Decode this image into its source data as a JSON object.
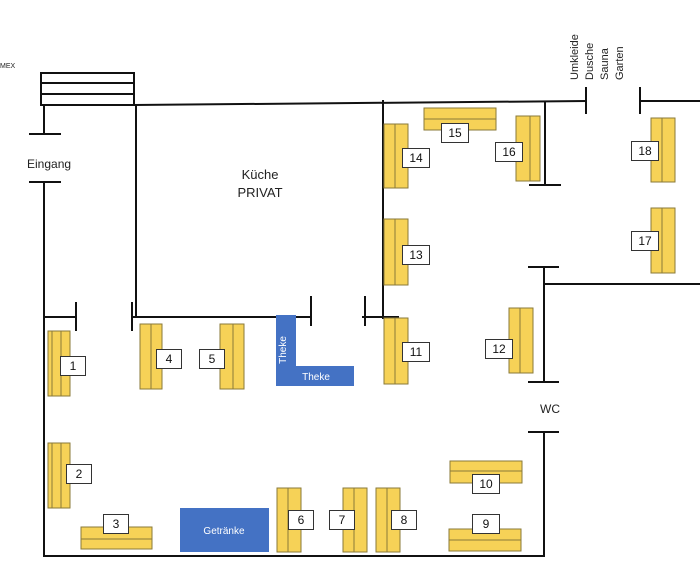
{
  "labels": {
    "mex": "MEX",
    "entrance": "Eingang",
    "kitchen_line1": "Küche",
    "kitchen_line2": "PRIVAT",
    "wc": "WC",
    "vertical_list": [
      "Umkleide",
      "Dusche",
      "Sauna",
      "Garten"
    ]
  },
  "counters": {
    "theke_vertical": "Theke",
    "theke_horizontal": "Theke",
    "drinks": "Getränke"
  },
  "tables": [
    "1",
    "2",
    "3",
    "4",
    "5",
    "6",
    "7",
    "8",
    "9",
    "10",
    "11",
    "12",
    "13",
    "14",
    "15",
    "16",
    "17",
    "18"
  ],
  "colors": {
    "table_fill": "#F6D257",
    "table_stroke": "#8a7a3a",
    "counter_fill": "#4472C4",
    "wall": "#111111"
  }
}
